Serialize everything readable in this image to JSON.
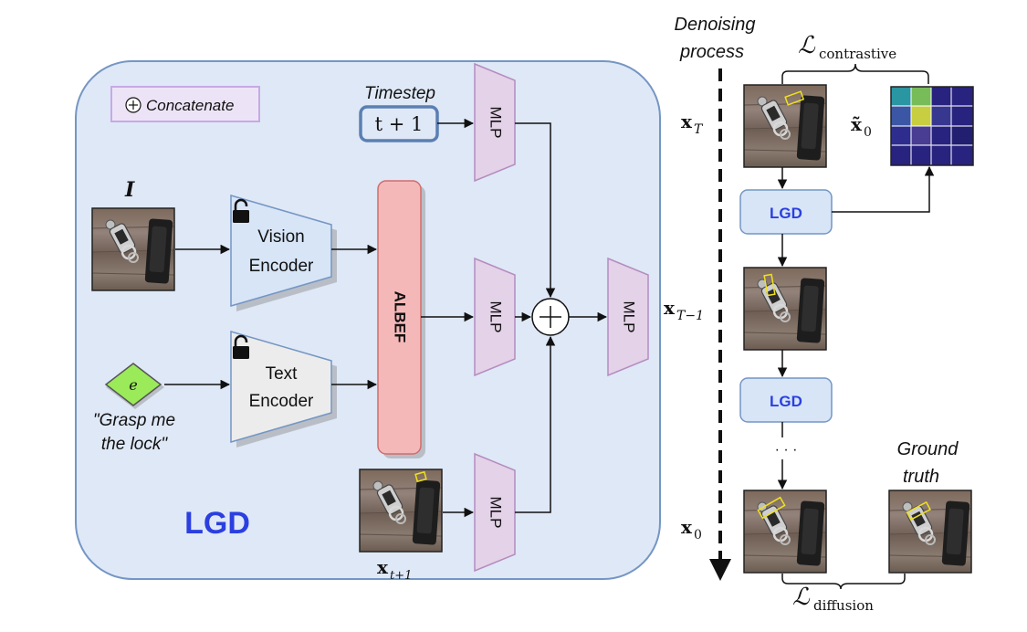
{
  "legend": {
    "symbol": "⊕",
    "label": "Concatenate"
  },
  "main_label": "LGD",
  "timestep": {
    "title": "Timestep",
    "value": "t + 1"
  },
  "input_image_label": "I",
  "vision_encoder": {
    "line1": "Vision",
    "line2": "Encoder"
  },
  "text_encoder": {
    "line1": "Text",
    "line2": "Encoder"
  },
  "albef_label": "ALBEF",
  "mlp_label": "MLP",
  "text_token": "e",
  "prompt": {
    "line1": "\"Grasp me",
    "line2": "the lock\""
  },
  "xt1_label": {
    "base": "x",
    "sub": "t+1"
  },
  "denoising": {
    "line1": "Denoising",
    "line2": "process"
  },
  "contrastive_loss": {
    "symbol": "ℒ",
    "sub": "contrastive"
  },
  "diffusion_loss": {
    "symbol": "ℒ",
    "sub": "diffusion"
  },
  "xT_label": {
    "base": "x",
    "sub": "T"
  },
  "xT1_label": {
    "base": "x",
    "sub": "T−1"
  },
  "x0_label": {
    "base": "x",
    "sub": "0"
  },
  "x0_tilde_label": {
    "base": "x̃",
    "sub": "0"
  },
  "lgd_block_label": "LGD",
  "ellipsis": "· · ·",
  "ground_truth": {
    "line1": "Ground",
    "line2": "truth"
  },
  "colors": {
    "panel_fill": "#dfe8f6",
    "panel_stroke": "#7496c4",
    "lgd_text": "#2b3fe0",
    "mlp_fill": "#e4d2e8",
    "vision_fill": "#d7e5f7",
    "text_enc_fill": "#ececec",
    "albef_fill": "#f5b8b8",
    "token_fill": "#9bea5a",
    "heatmap": "#28237e"
  }
}
